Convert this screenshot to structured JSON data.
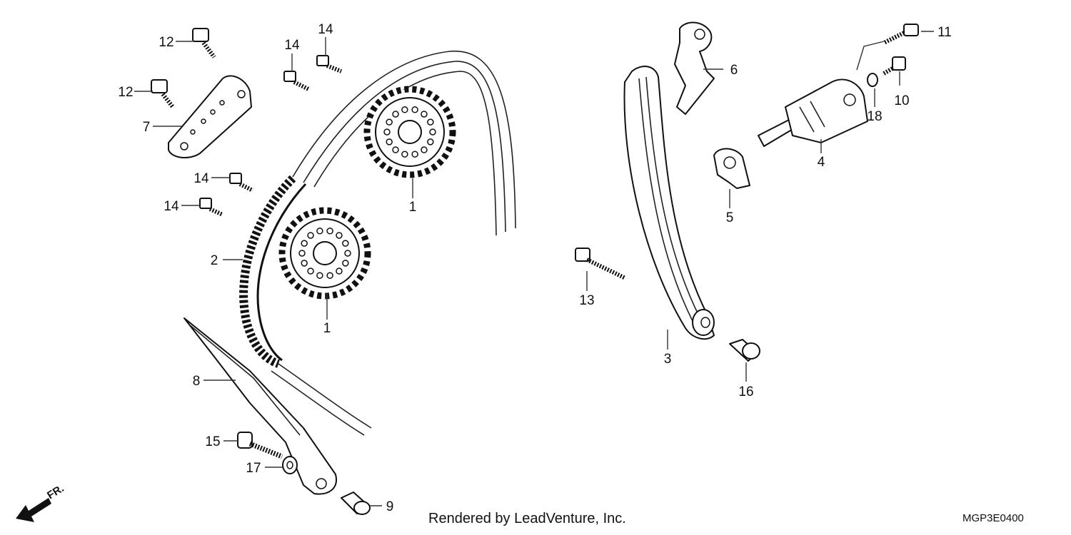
{
  "diagram": {
    "footer_credit": "Rendered by LeadVenture, Inc.",
    "diagram_code": "MGP3E0400",
    "front_marker": "FR.",
    "callouts": {
      "sprocket_upper": "1",
      "sprocket_lower": "1",
      "cam_chain": "2",
      "tensioner_arm": "3",
      "tensioner_lifter": "4",
      "gasket": "5",
      "guide_stopper": "6",
      "plate": "7",
      "chain_guide": "8",
      "collar_9": "9",
      "bolt_10": "10",
      "bolt_11": "11",
      "bolt_12_top": "12",
      "bolt_12_mid": "12",
      "bolt_13": "13",
      "bolt_14_a": "14",
      "bolt_14_b": "14",
      "bolt_14_c": "14",
      "bolt_14_d": "14",
      "bolt_15": "15",
      "collar_16": "16",
      "washer_17": "17",
      "washer_18": "18"
    }
  }
}
